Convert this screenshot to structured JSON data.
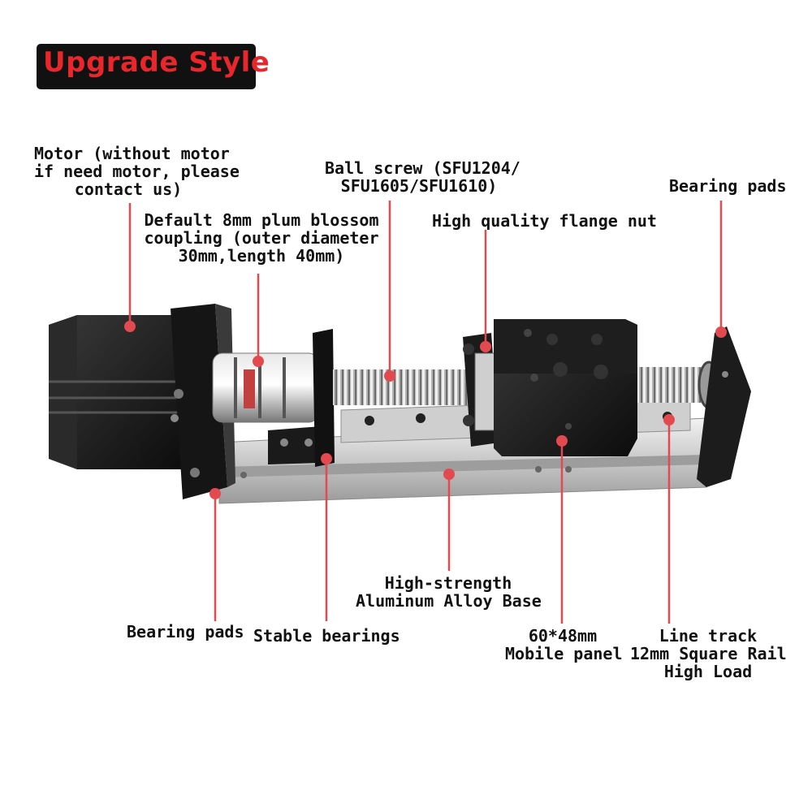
{
  "badge": {
    "text": "Upgrade Style"
  },
  "colors": {
    "accent": "#e8262b",
    "leader": "#e34a4f",
    "badge_bg": "#111111"
  },
  "labels": {
    "motor": [
      "Motor (without motor",
      "if need motor, please",
      "contact us)"
    ],
    "coupling": [
      "Default 8mm plum blossom",
      "coupling (outer diameter",
      "30mm,length 40mm)"
    ],
    "ball_screw": [
      "Ball screw (SFU1204/",
      "SFU1605/SFU1610)"
    ],
    "flange_nut": [
      "High quality flange nut"
    ],
    "bearing_pads_right": [
      "Bearing pads"
    ],
    "bearing_pads_left": [
      "Bearing pads"
    ],
    "stable_bearings": [
      "Stable bearings"
    ],
    "base": [
      "High-strength",
      "Aluminum Alloy Base"
    ],
    "mobile_panel": [
      "60*48mm",
      "Mobile panel"
    ],
    "line_track": [
      "Line track",
      "12mm Square Rail",
      "High Load"
    ]
  }
}
